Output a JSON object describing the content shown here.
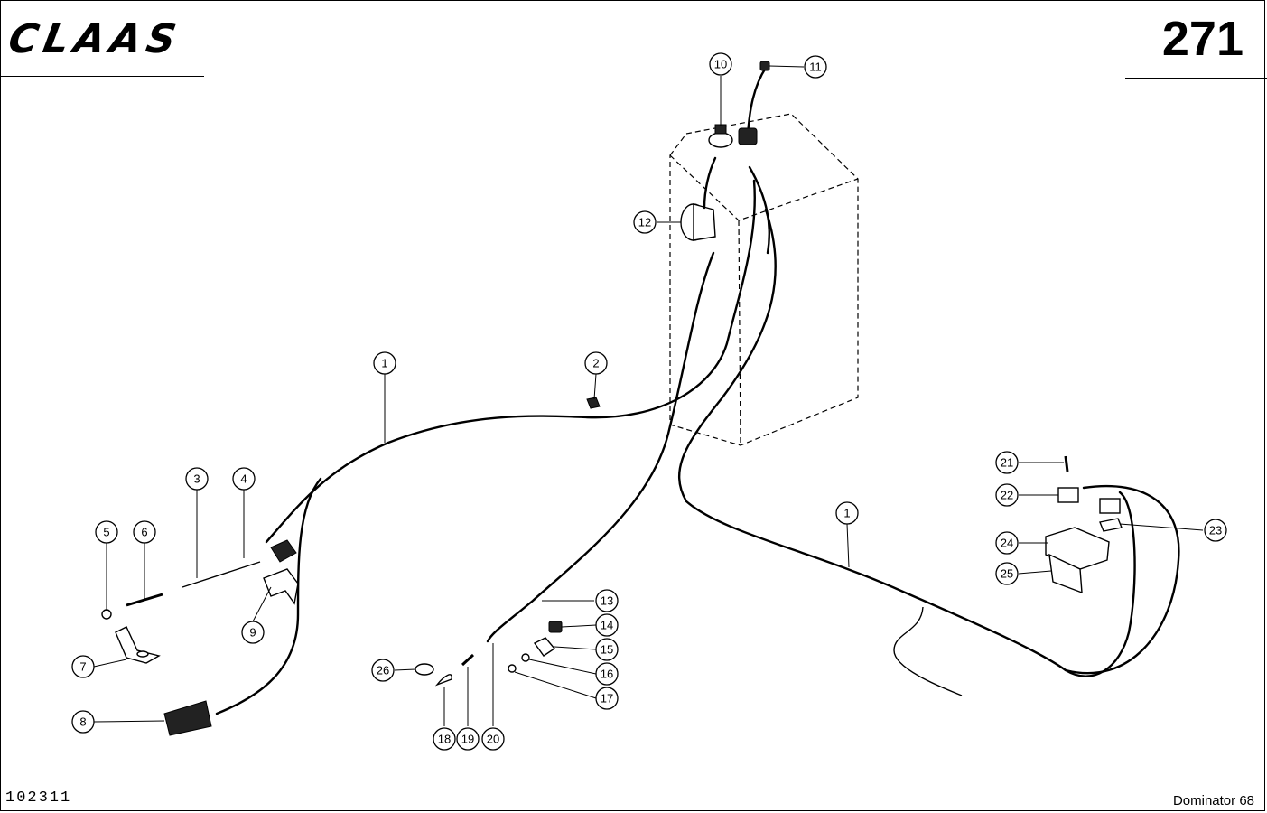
{
  "header": {
    "brand": "CLAAS",
    "page_number": "271"
  },
  "footer": {
    "document_number": "102311",
    "model": "Dominator 68"
  },
  "callouts": [
    {
      "label": "1"
    },
    {
      "label": "1"
    },
    {
      "label": "2"
    },
    {
      "label": "3"
    },
    {
      "label": "4"
    },
    {
      "label": "5"
    },
    {
      "label": "6"
    },
    {
      "label": "7"
    },
    {
      "label": "8"
    },
    {
      "label": "9"
    },
    {
      "label": "10"
    },
    {
      "label": "11"
    },
    {
      "label": "12"
    },
    {
      "label": "13"
    },
    {
      "label": "14"
    },
    {
      "label": "15"
    },
    {
      "label": "16"
    },
    {
      "label": "17"
    },
    {
      "label": "18"
    },
    {
      "label": "19"
    },
    {
      "label": "20"
    },
    {
      "label": "21"
    },
    {
      "label": "22"
    },
    {
      "label": "23"
    },
    {
      "label": "24"
    },
    {
      "label": "25"
    },
    {
      "label": "26"
    }
  ]
}
